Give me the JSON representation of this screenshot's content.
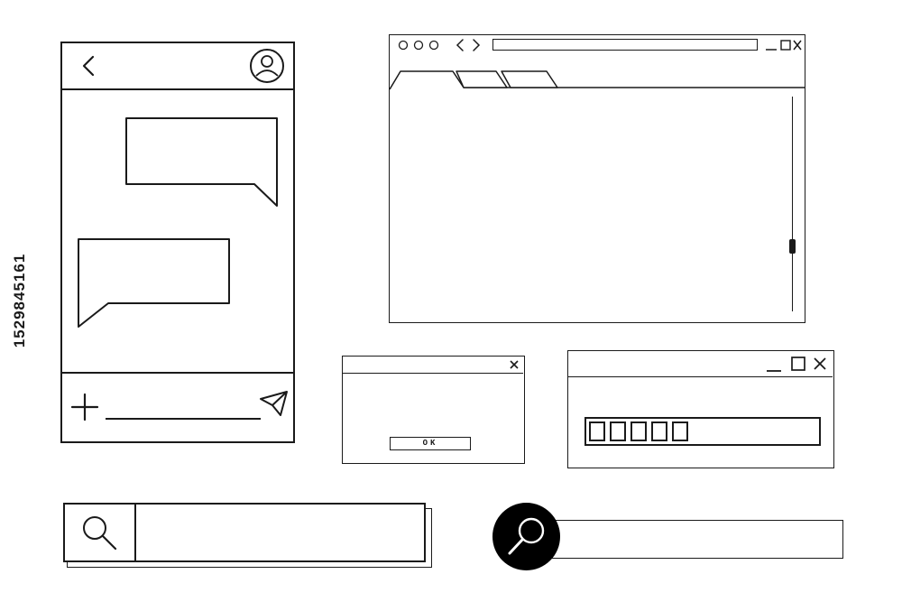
{
  "side_id": "1529845161",
  "dialog": {
    "ok_label": "OK"
  },
  "progress": {
    "filled_segments": 5
  },
  "icons": {
    "back": "chevron-left-icon",
    "avatar": "user-avatar-icon",
    "add": "plus-icon",
    "send": "paper-plane-icon",
    "nav_back": "chevron-left-icon",
    "nav_forward": "chevron-right-icon",
    "minimize": "minimize-icon",
    "maximize": "maximize-icon",
    "close": "close-icon",
    "search": "search-icon"
  },
  "colors": {
    "ink": "#1a1a1a",
    "paper": "#ffffff"
  }
}
